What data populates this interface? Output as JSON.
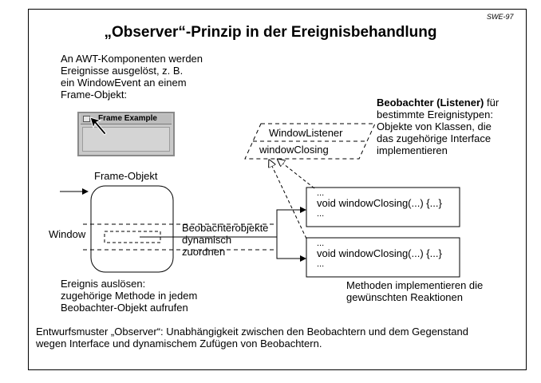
{
  "slide_id": "SWE-97",
  "title": "„Observer“-Prinzip in der Ereignisbehandlung",
  "awt_text": [
    "An AWT-Komponenten werden",
    "Ereignisse ausgelöst, z. B.",
    "ein WindowEvent an einem",
    "Frame-Objekt:"
  ],
  "frame_screenshot": {
    "title": "Frame Example"
  },
  "observer_desc": {
    "bold": "Beobachter (Listener)",
    "rest_first": " für",
    "lines": [
      "bestimmte Ereignistypen:",
      "Objekte von Klassen, die",
      "das zugehörige Interface",
      "implementieren"
    ]
  },
  "interface": {
    "name": "WindowListener",
    "method": "windowClosing"
  },
  "frame_label": "Frame-Objekt",
  "window_label": "Window",
  "dynamic_text": [
    "Beobachterobjekte",
    "dynamisch",
    "zuordnen"
  ],
  "methods": [
    {
      "dots_top": "...",
      "signature": "void windowClosing(...) {...}",
      "dots_bottom": "..."
    },
    {
      "dots_top": "...",
      "signature": "void windowClosing(...) {...}",
      "dots_bottom": "..."
    }
  ],
  "event_text": [
    "Ereignis auslösen:",
    "zugehörige Methode in jedem",
    "Beobachter-Objekt aufrufen"
  ],
  "methods_text": [
    "Methoden implementieren die",
    "gewünschten Reaktionen"
  ],
  "pattern_text": [
    "Entwurfsmuster „Observer“: Unabhängigkeit zwischen den Beobachtern und dem Gegenstand",
    "wegen Interface und dynamischem Zufügen von Beobachtern."
  ]
}
